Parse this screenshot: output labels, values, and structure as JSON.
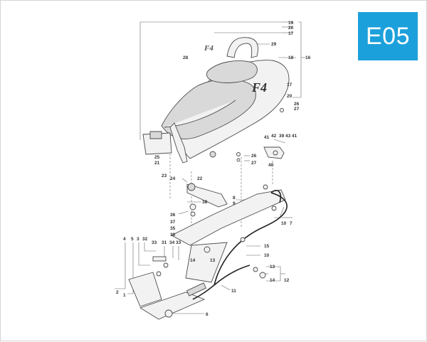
{
  "badge": {
    "label": "E05",
    "color": "#1ca0db"
  },
  "decals": {
    "logo_text": "F4"
  },
  "callouts": [
    {
      "id": "c19",
      "text": "19"
    },
    {
      "id": "c20a",
      "text": "20"
    },
    {
      "id": "c17a",
      "text": "17"
    },
    {
      "id": "c29",
      "text": "29"
    },
    {
      "id": "c28",
      "text": "28"
    },
    {
      "id": "c18",
      "text": "18"
    },
    {
      "id": "c16",
      "text": "16"
    },
    {
      "id": "c17b",
      "text": "17"
    },
    {
      "id": "c20b",
      "text": "20"
    },
    {
      "id": "c26a",
      "text": "26"
    },
    {
      "id": "c27a",
      "text": "27"
    },
    {
      "id": "c42",
      "text": "42"
    },
    {
      "id": "c39",
      "text": "39"
    },
    {
      "id": "c43",
      "text": "43"
    },
    {
      "id": "c41a",
      "text": "41"
    },
    {
      "id": "c41b",
      "text": "41"
    },
    {
      "id": "c40",
      "text": "40"
    },
    {
      "id": "c26b",
      "text": "26"
    },
    {
      "id": "c27b",
      "text": "27"
    },
    {
      "id": "c25",
      "text": "25"
    },
    {
      "id": "c21",
      "text": "21"
    },
    {
      "id": "c23",
      "text": "23"
    },
    {
      "id": "c24",
      "text": "24"
    },
    {
      "id": "c22",
      "text": "22"
    },
    {
      "id": "c8",
      "text": "8"
    },
    {
      "id": "c9",
      "text": "9"
    },
    {
      "id": "c38",
      "text": "38"
    },
    {
      "id": "c36",
      "text": "36"
    },
    {
      "id": "c37",
      "text": "37"
    },
    {
      "id": "c35",
      "text": "35"
    },
    {
      "id": "c30",
      "text": "30"
    },
    {
      "id": "c10a",
      "text": "10"
    },
    {
      "id": "c7",
      "text": "7"
    },
    {
      "id": "c4",
      "text": "4"
    },
    {
      "id": "c5",
      "text": "5"
    },
    {
      "id": "c3",
      "text": "3"
    },
    {
      "id": "c32",
      "text": "32"
    },
    {
      "id": "c33a",
      "text": "33"
    },
    {
      "id": "c31",
      "text": "31"
    },
    {
      "id": "c34",
      "text": "34"
    },
    {
      "id": "c33b",
      "text": "33"
    },
    {
      "id": "c15",
      "text": "15"
    },
    {
      "id": "c10b",
      "text": "10"
    },
    {
      "id": "c14a",
      "text": "14"
    },
    {
      "id": "c13a",
      "text": "13"
    },
    {
      "id": "c13b",
      "text": "13"
    },
    {
      "id": "c14b",
      "text": "14"
    },
    {
      "id": "c12",
      "text": "12"
    },
    {
      "id": "c11",
      "text": "11"
    },
    {
      "id": "c2",
      "text": "2"
    },
    {
      "id": "c1",
      "text": "1"
    },
    {
      "id": "c6",
      "text": "6"
    }
  ]
}
